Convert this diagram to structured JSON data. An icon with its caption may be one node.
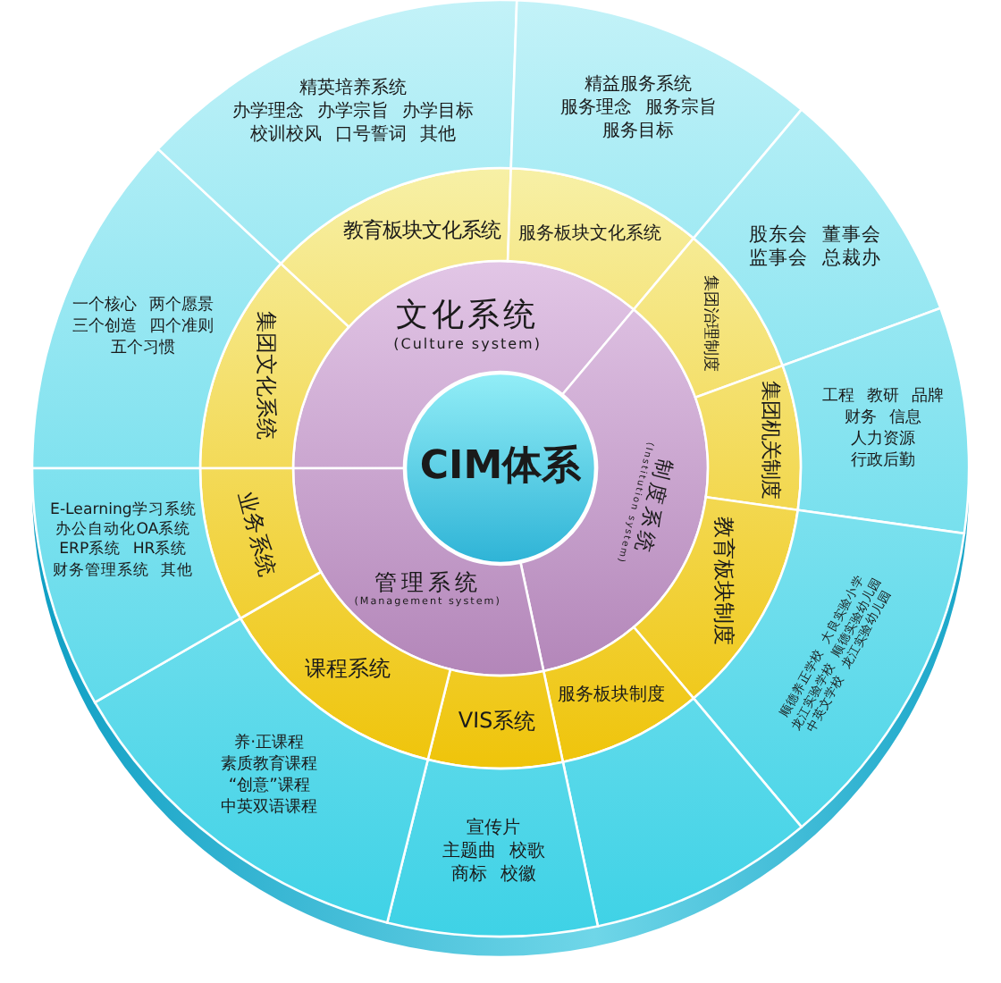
{
  "diagram": {
    "nodes": [
      {
        "text": [
          "CIM体系"
        ]
      },
      {
        "text": [
          "文化系统",
          "(Culture system)"
        ]
      },
      {
        "text": [
          "制度系统",
          "(Institution system)"
        ]
      },
      {
        "text": [
          "管理系统",
          "(Management system)"
        ]
      },
      {
        "text": [
          "集团文化系统"
        ]
      },
      {
        "text": [
          "教育板块文化系统"
        ]
      },
      {
        "text": [
          "服务板块文化系统"
        ]
      },
      {
        "text": [
          "集团治理制度"
        ]
      },
      {
        "text": [
          "集团机关制度"
        ]
      },
      {
        "text": [
          "教育板块制度"
        ]
      },
      {
        "text": [
          "服务板块制度"
        ]
      },
      {
        "text": [
          "VIS系统"
        ]
      },
      {
        "text": [
          "课程系统"
        ]
      },
      {
        "text": [
          "业务系统"
        ]
      },
      {
        "text": [
          "一个核心",
          "两个愿景",
          "三个创造",
          "四个准则",
          "五个习惯"
        ]
      },
      {
        "text": [
          "精英培养系统",
          "办学理念",
          "办学宗旨",
          "办学目标",
          "校训校风",
          "口号誓词",
          "其他"
        ]
      },
      {
        "text": [
          "精益服务系统",
          "服务理念",
          "服务宗旨",
          "服务目标"
        ]
      },
      {
        "text": [
          "股东会",
          "董事会",
          "监事会",
          "总裁办"
        ]
      },
      {
        "text": [
          "工程",
          "教研",
          "品牌",
          "财务",
          "信息",
          "人力资源",
          "行政后勤"
        ]
      },
      {
        "text": [
          "顺德养正学校",
          "大良实验小学",
          "龙江实验学校",
          "顺德实验幼儿园",
          "中英文学校",
          "龙江实验幼儿园"
        ]
      },
      {
        "text": [],
        "shape": "sector"
      },
      {
        "text": [
          "宣传片",
          "主题曲",
          "校歌",
          "商标",
          "校徽"
        ]
      },
      {
        "text": [
          "养·正课程",
          "素质教育课程",
          "“创意”课程",
          "中英双语课程"
        ]
      },
      {
        "text": [
          "E-Learning学习系统",
          "办公自动化OA系统",
          "ERP系统",
          "HR系统",
          "财务管理系统",
          "其他"
        ]
      }
    ],
    "edges": []
  }
}
